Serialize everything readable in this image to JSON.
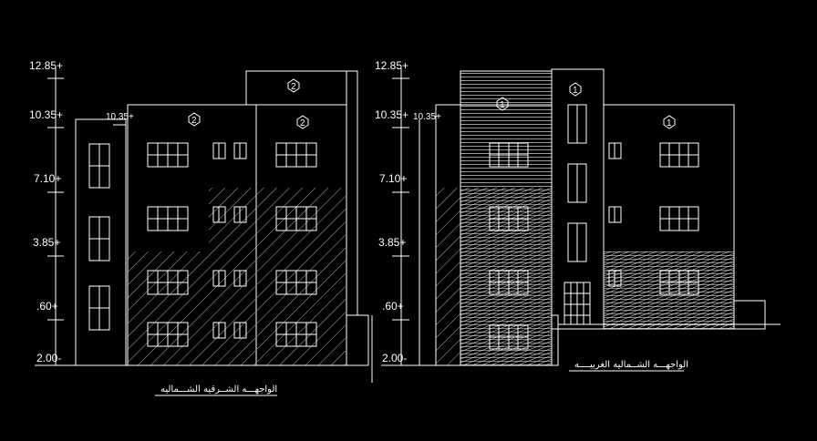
{
  "drawing": {
    "east_elevation_caption": "الواجهـــه الشــرقيه الشـــماليه",
    "west_elevation_caption": "الواجهـــه الشــماليه الغربيــــه"
  },
  "levels": {
    "l1": "12.85+",
    "l2": "10.35+",
    "l3": "10.35+",
    "l4": "7.10+",
    "l5": "3.85+",
    "l6": ".60+",
    "l7": "2.00-"
  },
  "tags": {
    "material_2": "2",
    "material_1": "1"
  },
  "colors": {
    "background": "#000000",
    "lines": "#ffffff"
  }
}
